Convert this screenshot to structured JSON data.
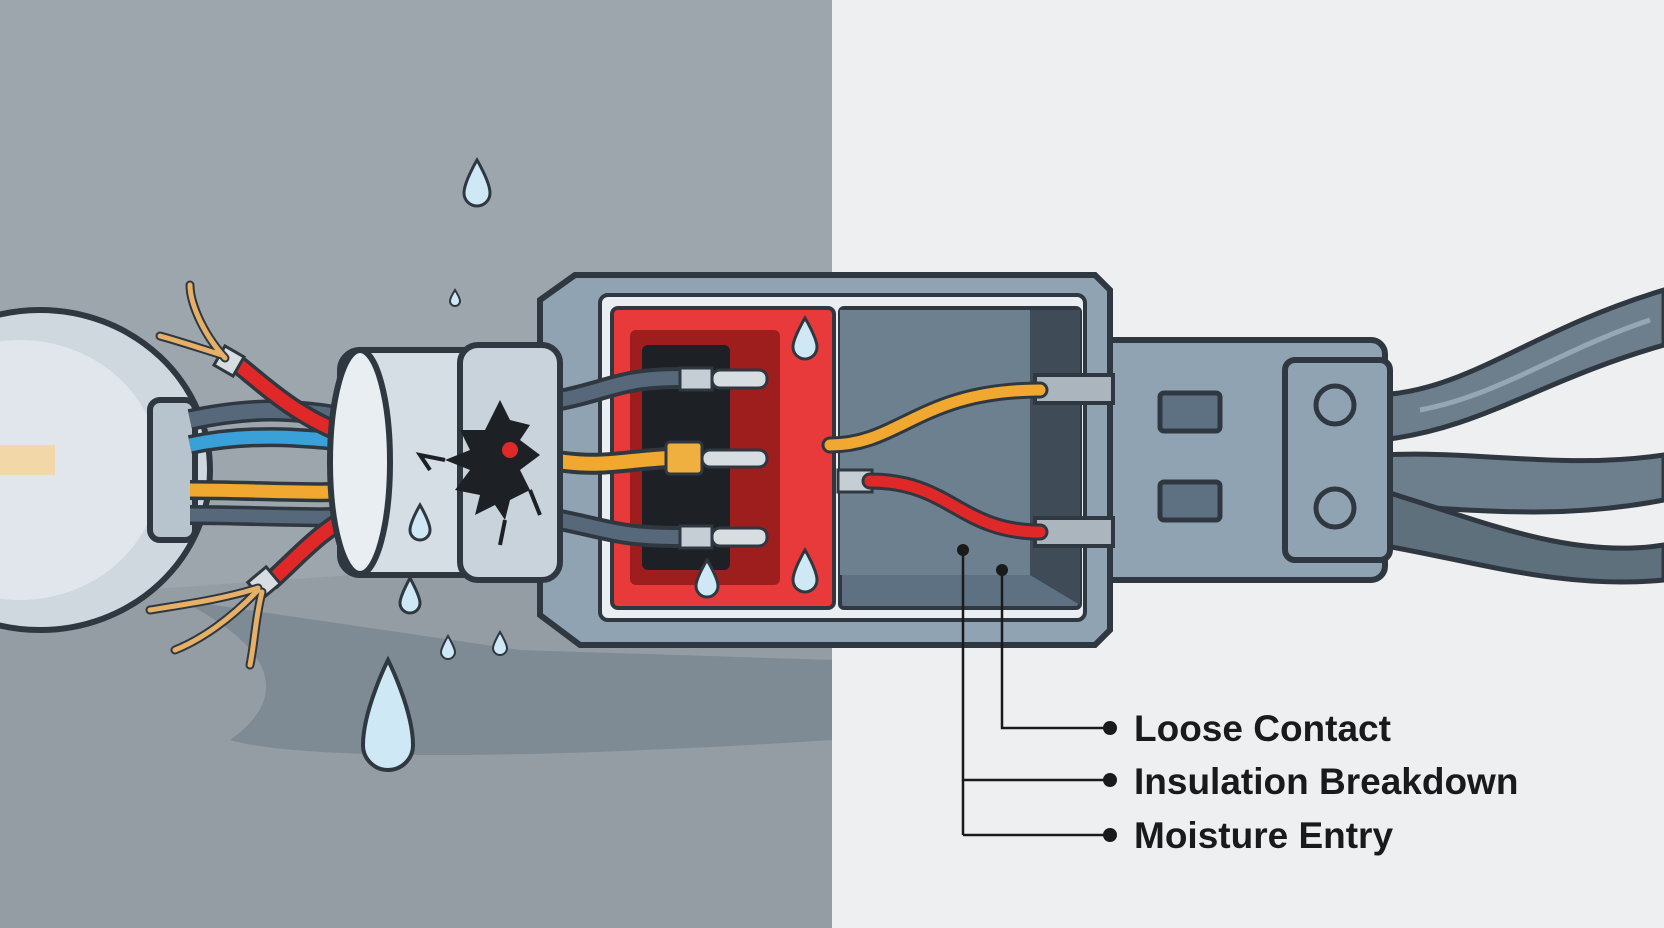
{
  "callouts": [
    {
      "id": "loose-contact",
      "label": "Loose Contact"
    },
    {
      "id": "insulation-breakdown",
      "label": "Insulation Breakdown"
    },
    {
      "id": "moisture-entry",
      "label": "Moisture Entry"
    }
  ],
  "colors": {
    "left_background": "#9ea6ad",
    "right_background": "#eeeff0",
    "housing": "#8fa3b3",
    "housing_outline": "#3c4650",
    "fault_chamber": "#e83a3a",
    "cable_grey": "#6d7f8d",
    "wire_red": "#e02828",
    "wire_orange": "#f0a830",
    "wire_blue": "#3aa0d8",
    "water_drop": "#cfe8f5"
  },
  "icons": [
    "light-bulb-icon",
    "water-drop-icon",
    "connector-plug-icon",
    "crack-icon"
  ]
}
